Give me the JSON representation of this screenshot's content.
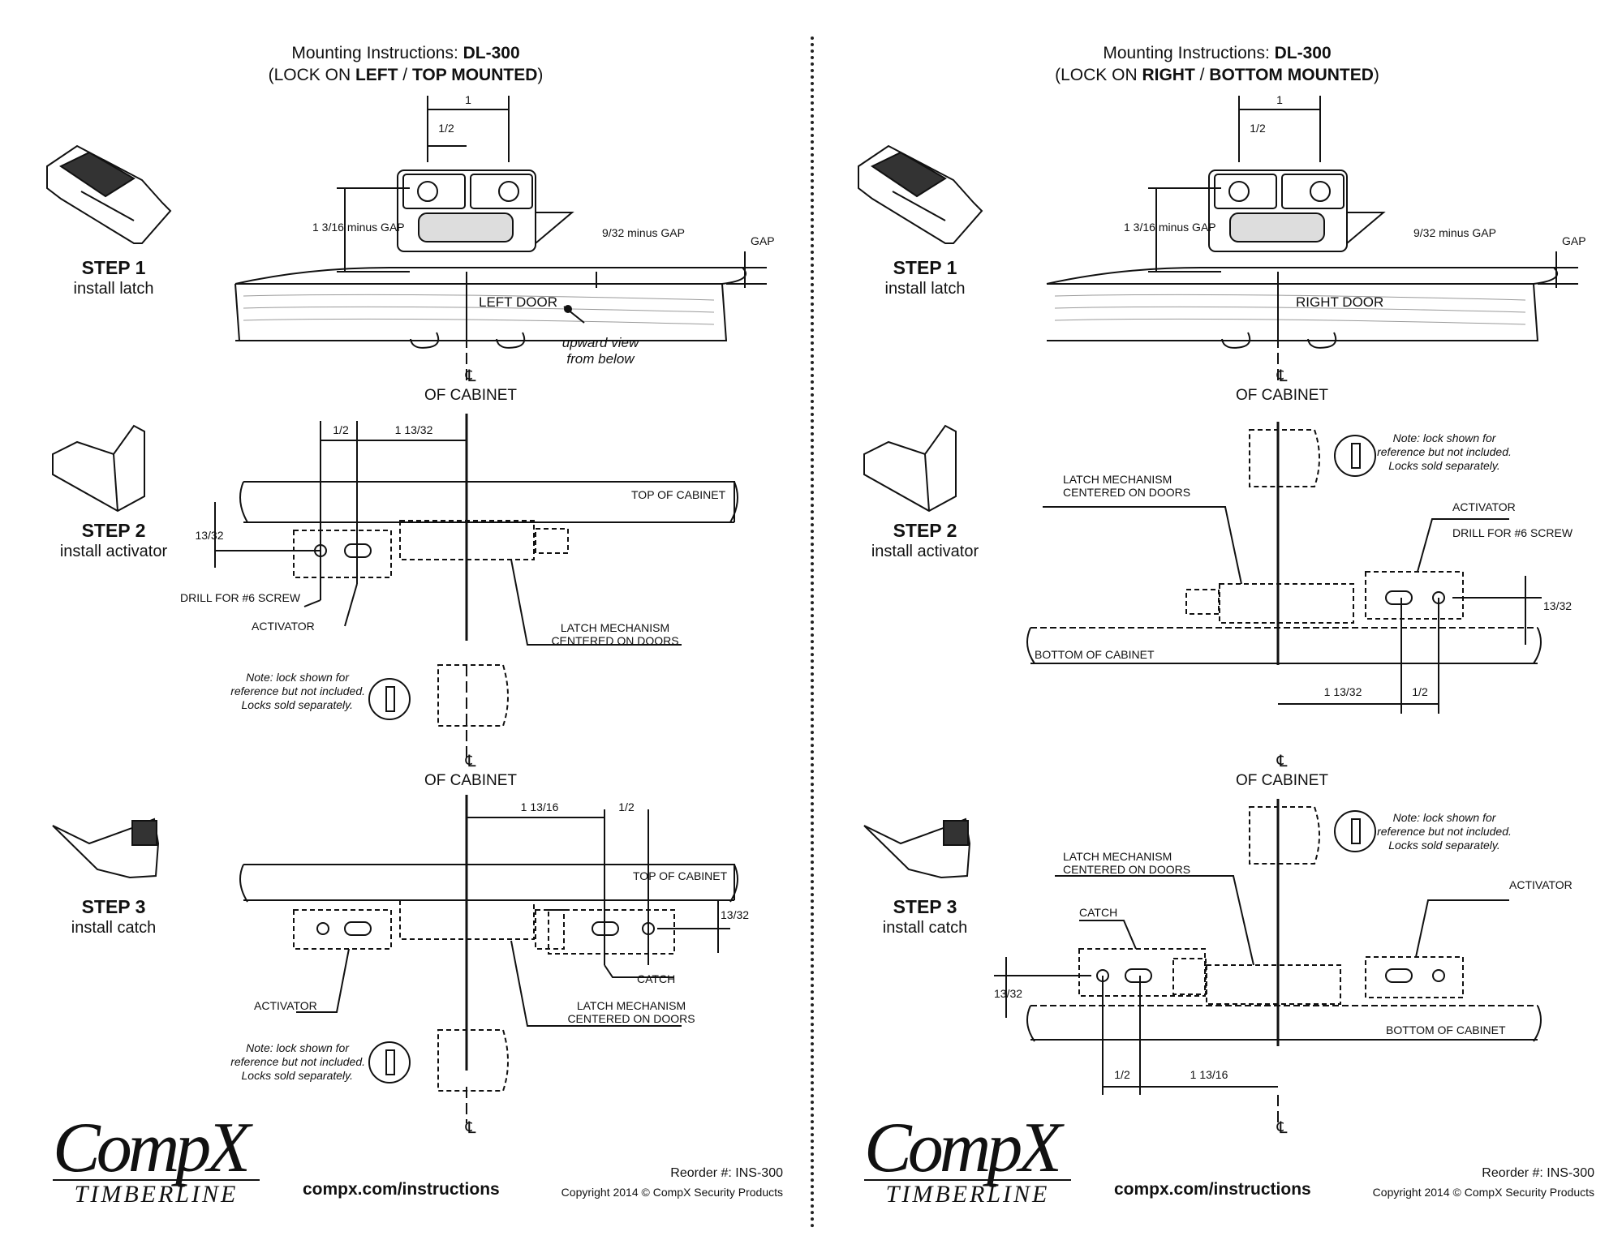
{
  "left": {
    "header_prefix": "Mounting Instructions: ",
    "header_model": "DL-300",
    "header_line2_a": "(LOCK ON ",
    "header_line2_b": "LEFT",
    "header_line2_c": " / ",
    "header_line2_d": "TOP MOUNTED",
    "header_line2_e": ")",
    "steps": [
      {
        "title": "STEP 1",
        "subtitle": "install latch"
      },
      {
        "title": "STEP 2",
        "subtitle": "install activator"
      },
      {
        "title": "STEP 3",
        "subtitle": "install catch"
      }
    ],
    "labels": {
      "dim_1": "1",
      "dim_half": "1/2",
      "minus_gap_1": "1 3/16 minus GAP",
      "minus_gap_2": "9/32 minus GAP",
      "gap": "GAP",
      "door": "LEFT DOOR",
      "upward_view_1": "upward view",
      "upward_view_2": "from below",
      "cl": "℄",
      "of_cabinet": "OF CABINET",
      "top_of_cabinet": "TOP OF CABINET",
      "drill": "DRILL FOR #6 SCREW",
      "activator": "ACTIVATOR",
      "latch_mech_1": "LATCH MECHANISM",
      "latch_mech_2": "CENTERED ON DOORS",
      "note_1": "Note: lock shown for",
      "note_2": "reference but not included.",
      "note_3": "Locks sold separately.",
      "dim_13_32": "13/32",
      "dim_1_13_32": "1 13/32",
      "dim_1_13_16": "1 13/16",
      "catch": "CATCH"
    }
  },
  "right": {
    "header_prefix": "Mounting Instructions: ",
    "header_model": "DL-300",
    "header_line2_a": "(LOCK ON ",
    "header_line2_b": "RIGHT",
    "header_line2_c": " / ",
    "header_line2_d": "BOTTOM MOUNTED",
    "header_line2_e": ")",
    "steps": [
      {
        "title": "STEP 1",
        "subtitle": "install latch"
      },
      {
        "title": "STEP 2",
        "subtitle": "install activator"
      },
      {
        "title": "STEP 3",
        "subtitle": "install catch"
      }
    ],
    "labels": {
      "door": "RIGHT DOOR",
      "bottom_of_cabinet": "BOTTOM OF CABINET"
    }
  },
  "footer": {
    "logo_main": "CompX",
    "logo_sub": "TIMBERLINE",
    "url": "compx.com/instructions",
    "reorder": "Reorder #: INS-300",
    "copyright": "Copyright  2014 © CompX Security Products"
  }
}
